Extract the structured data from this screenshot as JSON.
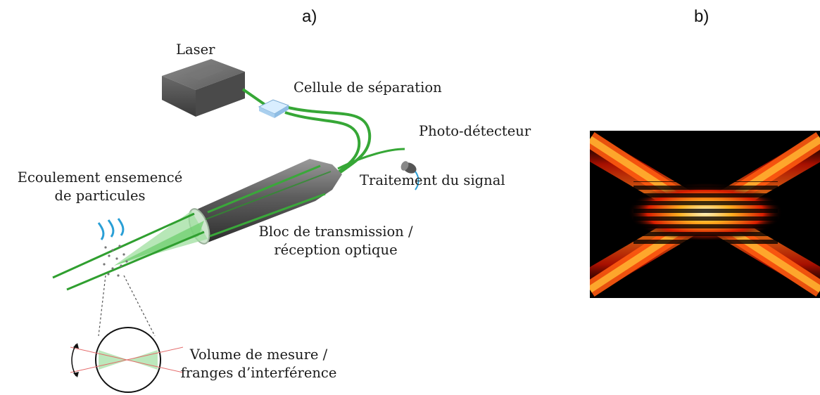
{
  "panels": {
    "a": "a)",
    "b": "b)"
  },
  "labels": {
    "laser": "Laser",
    "separation_cell": "Cellule de séparation",
    "photodetector": "Photo-détecteur",
    "signal_processing": "Traitement du signal",
    "flow_line1": "Ecoulement ensemencé",
    "flow_line2": "de particules",
    "optics_line1": "Bloc de transmission /",
    "optics_line2": "réception optique",
    "volume_line1": "Volume de mesure /",
    "volume_line2": "franges d’interférence"
  },
  "colors": {
    "beam": "#3aa83a",
    "beam_light": "#8fd98f",
    "housing": "#5a5a5a",
    "flow_arrows": "#2a9fd6",
    "fringe_hot": "#fff8c0",
    "fringe_mid": "#ff7a1a",
    "fringe_dark": "#000000"
  },
  "fringe_pattern": {
    "bright_fringes": 9
  }
}
